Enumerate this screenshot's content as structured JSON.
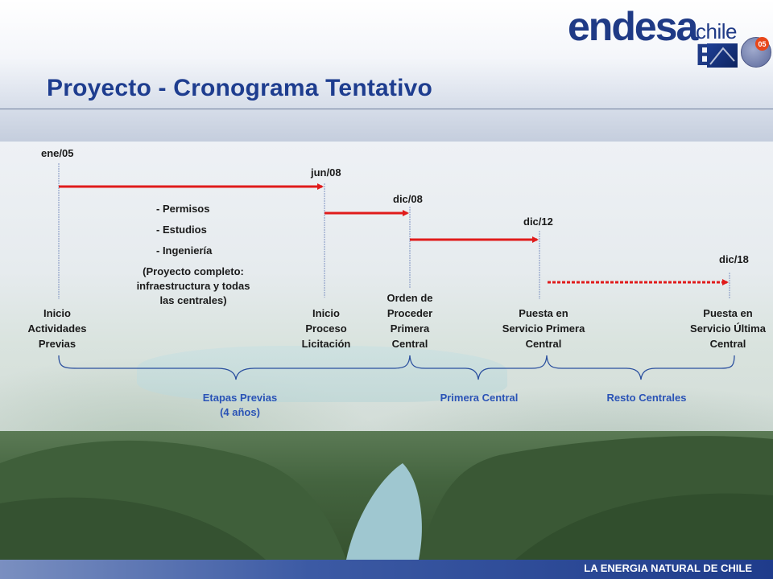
{
  "slide": {
    "title": "Proyecto - Cronograma Tentativo",
    "logo": {
      "brand": "endesa",
      "suffix": "chile",
      "badge_number": "05"
    },
    "footer": "LA ENERGIA NATURAL DE CHILE"
  },
  "timeline": {
    "dates": [
      "ene/05",
      "jun/08",
      "dic/08",
      "dic/12",
      "dic/18"
    ],
    "milestones": [
      {
        "lines": [
          "Inicio",
          "Actividades",
          "Previas"
        ]
      },
      {
        "lines": [
          "Inicio",
          "Proceso",
          "Licitación"
        ]
      },
      {
        "lines": [
          "Orden de",
          "Proceder",
          "Primera",
          "Central"
        ]
      },
      {
        "lines": [
          "Puesta en",
          "Servicio Primera",
          "Central"
        ]
      },
      {
        "lines": [
          "Puesta en",
          "Servicio Última",
          "Central"
        ]
      }
    ],
    "activities": [
      "- Permisos",
      "- Estudios",
      "- Ingeniería"
    ],
    "activity_note": [
      "(Proyecto completo:",
      "infraestructura y todas",
      "las centrales)"
    ],
    "phases": [
      {
        "lines": [
          "Etapas Previas",
          "(4 años)"
        ]
      },
      {
        "lines": [
          "Primera Central"
        ]
      },
      {
        "lines": [
          "Resto Centrales"
        ]
      }
    ]
  },
  "colors": {
    "title": "#1e3d8f",
    "arrow": "#e01b1b",
    "phase_label": "#2a53b6",
    "brace": "#2a4f9e",
    "guide": "#7f93c2"
  }
}
